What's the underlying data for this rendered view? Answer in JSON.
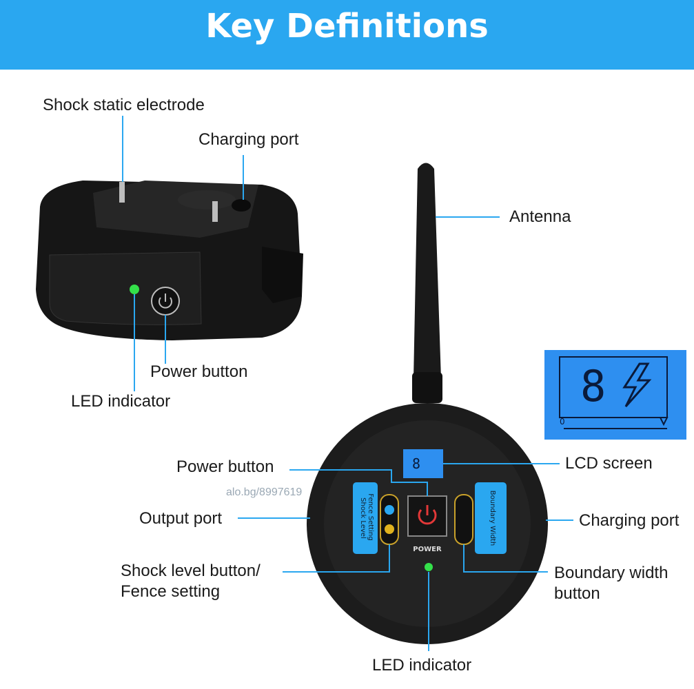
{
  "header": {
    "title": "Key Definitions"
  },
  "collar_labels": {
    "electrode": "Shock static electrode",
    "charging_port": "Charging port",
    "power_button": "Power button",
    "led_indicator": "LED indicator"
  },
  "transmitter_labels": {
    "antenna": "Antenna",
    "lcd_screen": "LCD screen",
    "power_button": "Power button",
    "output_port": "Output port",
    "charging_port": "Charging port",
    "shock_level_line1": "Shock level button/",
    "shock_level_line2": "Fence setting",
    "boundary_line1": "Boundary width",
    "boundary_line2": "button",
    "led_indicator": "LED indicator"
  },
  "device_text": {
    "power": "POWER",
    "left_panel_1": "Fence Setting",
    "left_panel_2": "Shock Level",
    "right_panel": "Boundary Width",
    "lcd_digit": "8",
    "lcd_scale_min": "0"
  },
  "watermark": "alo.bg/8997619",
  "colors": {
    "banner": "#2aa7f0",
    "leader": "#2aa7f0",
    "led": "#34e04a",
    "lcd": "#2e8ff0",
    "device": "#1c1c1c"
  }
}
